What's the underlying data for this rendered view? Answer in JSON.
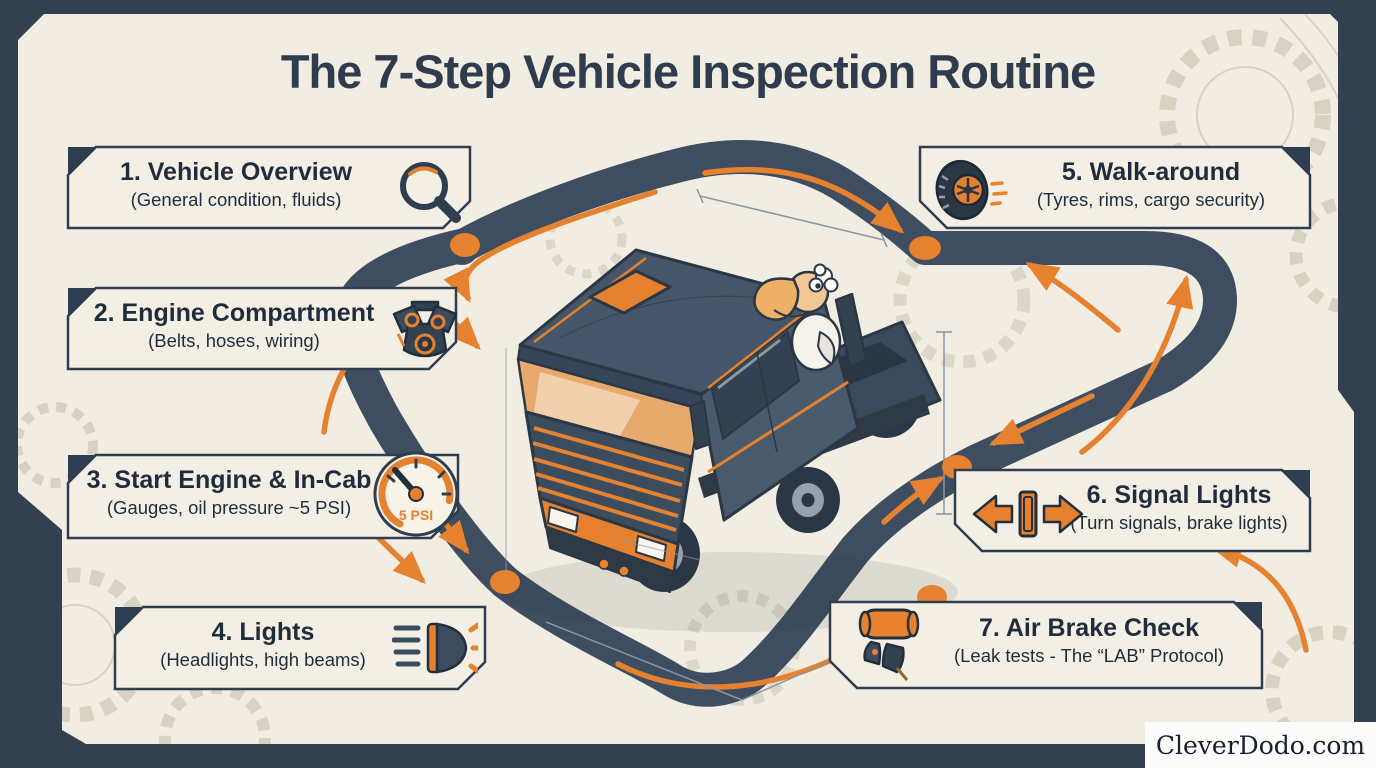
{
  "title": "The 7-Step Vehicle Inspection Routine",
  "watermark": "CleverDodo.com",
  "colors": {
    "background": "#f2ede2",
    "frame": "#33404f",
    "road": "#3e4d5f",
    "accent_orange": "#e5812f",
    "text_dark": "#1f2c3c",
    "box_fill": "#f4efe4"
  },
  "steps": [
    {
      "id": 1,
      "title": "1. Vehicle Overview",
      "subtitle": "(General condition, fluids)",
      "icon": "magnifier-icon"
    },
    {
      "id": 2,
      "title": "2. Engine Compartment",
      "subtitle": "(Belts, hoses, wiring)",
      "icon": "engine-icon"
    },
    {
      "id": 3,
      "title": "3. Start Engine & In-Cab",
      "subtitle": "(Gauges, oil pressure ~5 PSI)",
      "icon": "gauge-icon",
      "icon_label": "5 PSI"
    },
    {
      "id": 4,
      "title": "4. Lights",
      "subtitle": "(Headlights, high beams)",
      "icon": "headlight-icon"
    },
    {
      "id": 5,
      "title": "5. Walk-around",
      "subtitle": "(Tyres, rims, cargo security)",
      "icon": "tyre-icon"
    },
    {
      "id": 6,
      "title": "6. Signal Lights",
      "subtitle": "(Turn signals, brake lights)",
      "icon": "signal-arrows-icon"
    },
    {
      "id": 7,
      "title": "7. Air Brake Check",
      "subtitle": "(Leak tests - The “LAB” Protocol)",
      "icon": "air-brake-icon"
    }
  ]
}
